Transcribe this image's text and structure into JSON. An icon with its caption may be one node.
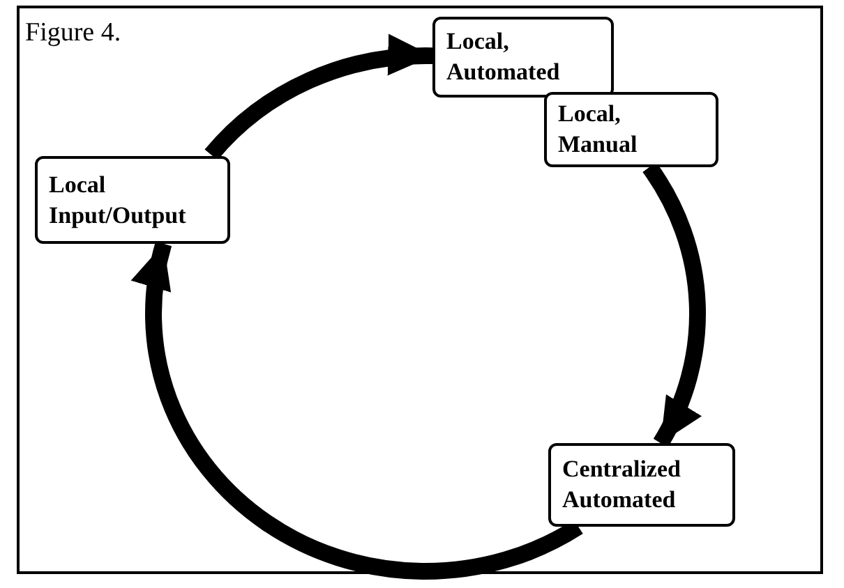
{
  "diagram": {
    "title": "Figure 4.",
    "nodes": [
      {
        "text": [
          "Local, Automated"
        ]
      },
      {
        "text": [
          "Local, Manual"
        ]
      },
      {
        "text": [
          "Centralized Automated"
        ]
      },
      {
        "text": [
          "Local Input/Output"
        ]
      }
    ],
    "edges": [
      {
        "from": 3,
        "to": 0,
        "arrow": "to"
      },
      {
        "from": 1,
        "to": 2,
        "arrow": "to"
      },
      {
        "from": 2,
        "to": 3,
        "arrow": "to"
      }
    ]
  }
}
